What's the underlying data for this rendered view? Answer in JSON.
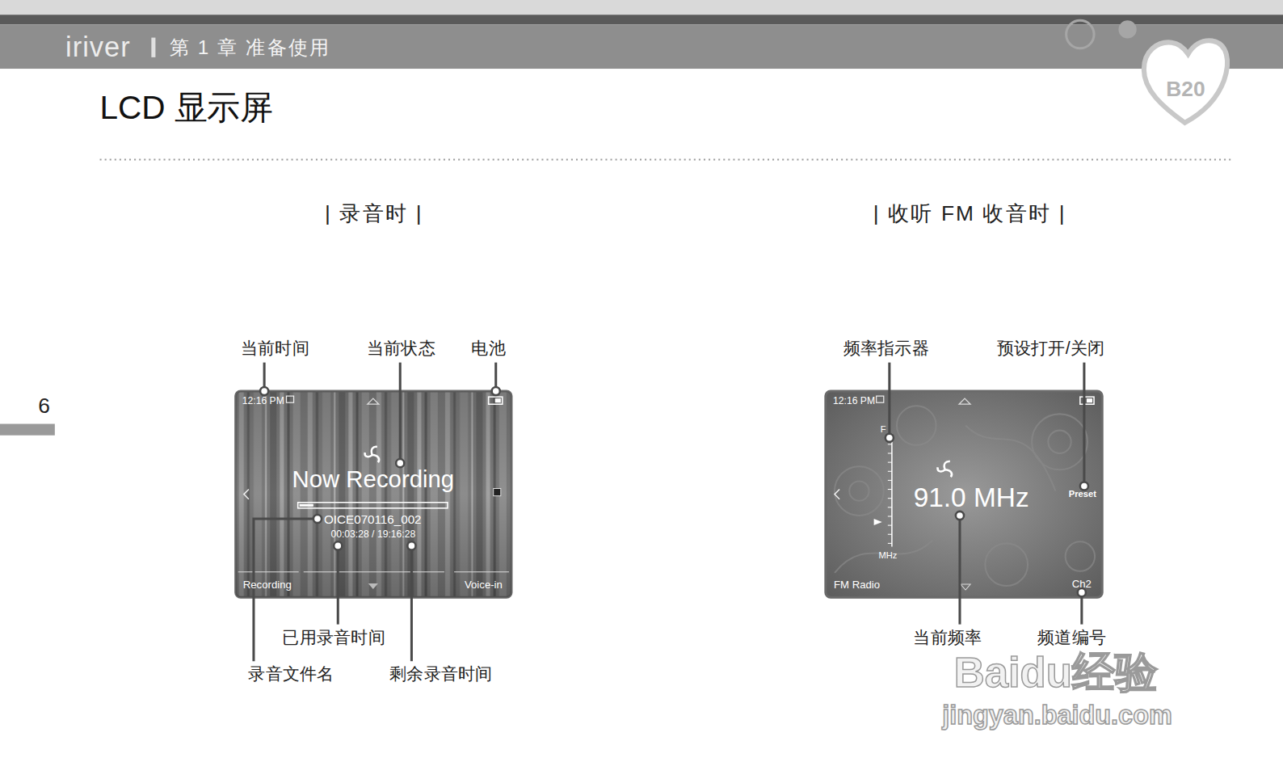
{
  "diagram": {
    "title": "LCD 显示屏",
    "nodes": [
      {
        "text": [
          "12:16 PM",
          "Now Recording",
          "OICE070116_002",
          "00:03:28 / 19:16:28",
          "Recording",
          "Voice-in"
        ]
      },
      {
        "text": [
          "12:16 PM",
          "F",
          "91.0 MHz",
          "MHz",
          "Preset",
          "FM Radio",
          "Ch2"
        ]
      }
    ],
    "labels": [
      "iriver",
      "第 1 章 准备使用",
      "B20",
      "6",
      "| 录音时 |",
      "| 收听 FM 收音时 |",
      "当前时间",
      "当前状态",
      "电池",
      "已用录音时间",
      "录音文件名",
      "剩余录音时间",
      "频率指示器",
      "预设打开/关闭",
      "当前频率",
      "频道编号",
      "Baidu经验",
      "jingyan.baidu.com"
    ]
  }
}
